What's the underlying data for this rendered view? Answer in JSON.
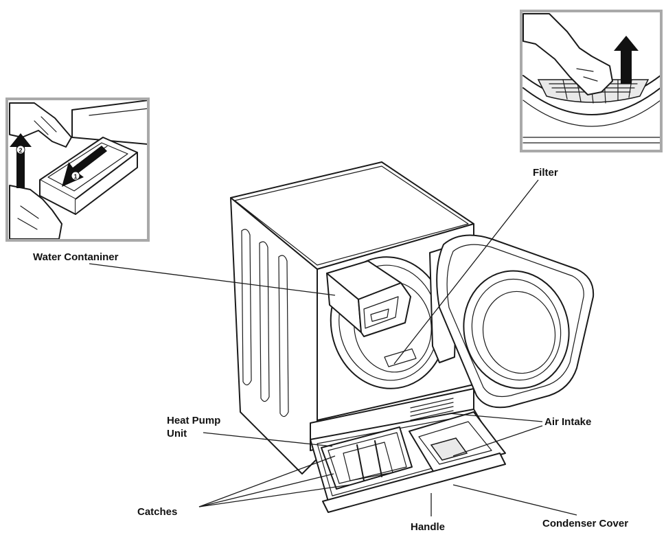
{
  "labels": {
    "filter": "Filter",
    "water_container": "Water Contaniner",
    "heat_pump_line1": "Heat Pump",
    "heat_pump_line2": "Unit",
    "air_intake": "Air Intake",
    "catches": "Catches",
    "handle": "Handle",
    "condenser_cover": "Condenser Cover"
  },
  "insets": {
    "left_step_1": "1",
    "left_step_2": "2"
  },
  "colors": {
    "line": "#1a1a1a",
    "frame": "#a9a9a9",
    "background": "#ffffff"
  }
}
